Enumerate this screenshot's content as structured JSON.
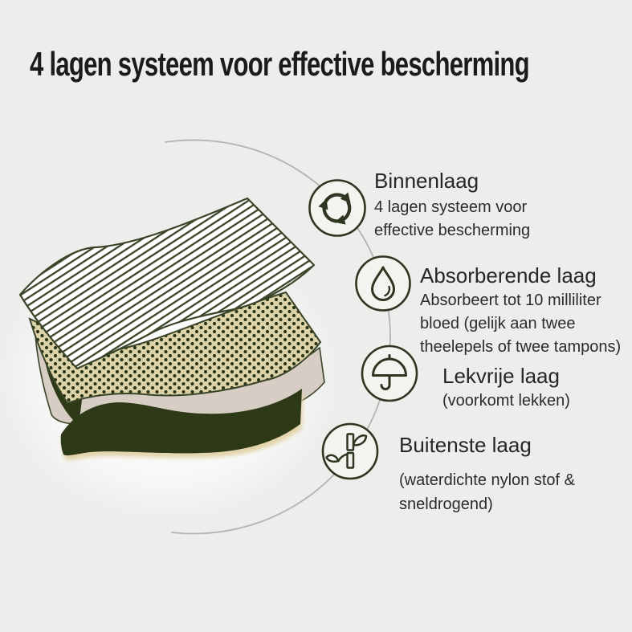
{
  "title": "4 lagen systeem voor effective bescherming",
  "sections": [
    {
      "icon": "recycle-icon",
      "heading": "Binnenlaag",
      "body": [
        "4 lagen systeem voor",
        "effective bescherming"
      ]
    },
    {
      "icon": "water-drop-icon",
      "heading": "Absorberende laag",
      "body": [
        "Absorbeert tot 10 milliliter",
        "bloed (gelijk aan twee",
        "theelepels of twee tampons)"
      ]
    },
    {
      "icon": "umbrella-icon",
      "heading": "Lekvrije laag",
      "body": [
        "(voorkomt lekken)"
      ]
    },
    {
      "icon": "bamboo-icon",
      "heading": "Buitenste laag",
      "body": [
        "(waterdichte nylon stof &",
        "sneldrogend)"
      ]
    }
  ],
  "diagram_layers": [
    {
      "name": "binnenlaag",
      "style": "white-with-diagonal-stripes"
    },
    {
      "name": "absorberende-laag",
      "style": "khaki-with-dots"
    },
    {
      "name": "lekvrije-laag",
      "style": "plain-taupe"
    },
    {
      "name": "buitenste-laag",
      "style": "dark-olive-green"
    }
  ],
  "colors": {
    "background": "#edeeec",
    "accent_olive": "#2f3722",
    "stripe_line": "#3a4428",
    "dotted_layer_bg": "#dcd3a8",
    "dot": "#2b3518",
    "plain_layer": "#d7cdc4",
    "outer_layer": "#2e3a17",
    "shadow_cream": "#e3d4ab",
    "connector_arc": "#b3b3b3",
    "icon_fill": "#f3f4f0",
    "text": "#262626"
  }
}
